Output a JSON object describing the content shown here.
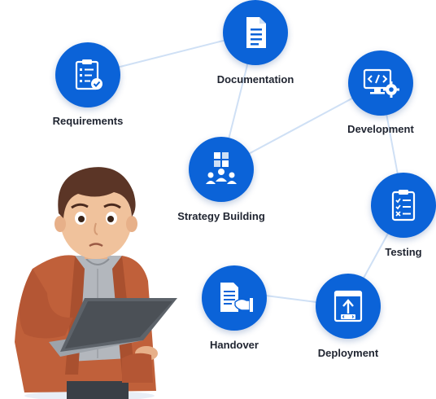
{
  "diagram": {
    "nodes": [
      {
        "id": "documentation",
        "label": "Documentation",
        "icon": "document-icon"
      },
      {
        "id": "requirements",
        "label": "Requirements",
        "icon": "checklist-clipboard-icon"
      },
      {
        "id": "development",
        "label": "Development",
        "icon": "code-monitor-gear-icon"
      },
      {
        "id": "strategy",
        "label": "Strategy Building",
        "icon": "team-puzzle-icon"
      },
      {
        "id": "testing",
        "label": "Testing",
        "icon": "test-clipboard-icon"
      },
      {
        "id": "handover",
        "label": "Handover",
        "icon": "handover-document-icon"
      },
      {
        "id": "deployment",
        "label": "Deployment",
        "icon": "deploy-window-icon"
      }
    ],
    "colors": {
      "node": "#0b63d8",
      "connector": "#cfe0f5",
      "label": "#1f2430"
    }
  }
}
